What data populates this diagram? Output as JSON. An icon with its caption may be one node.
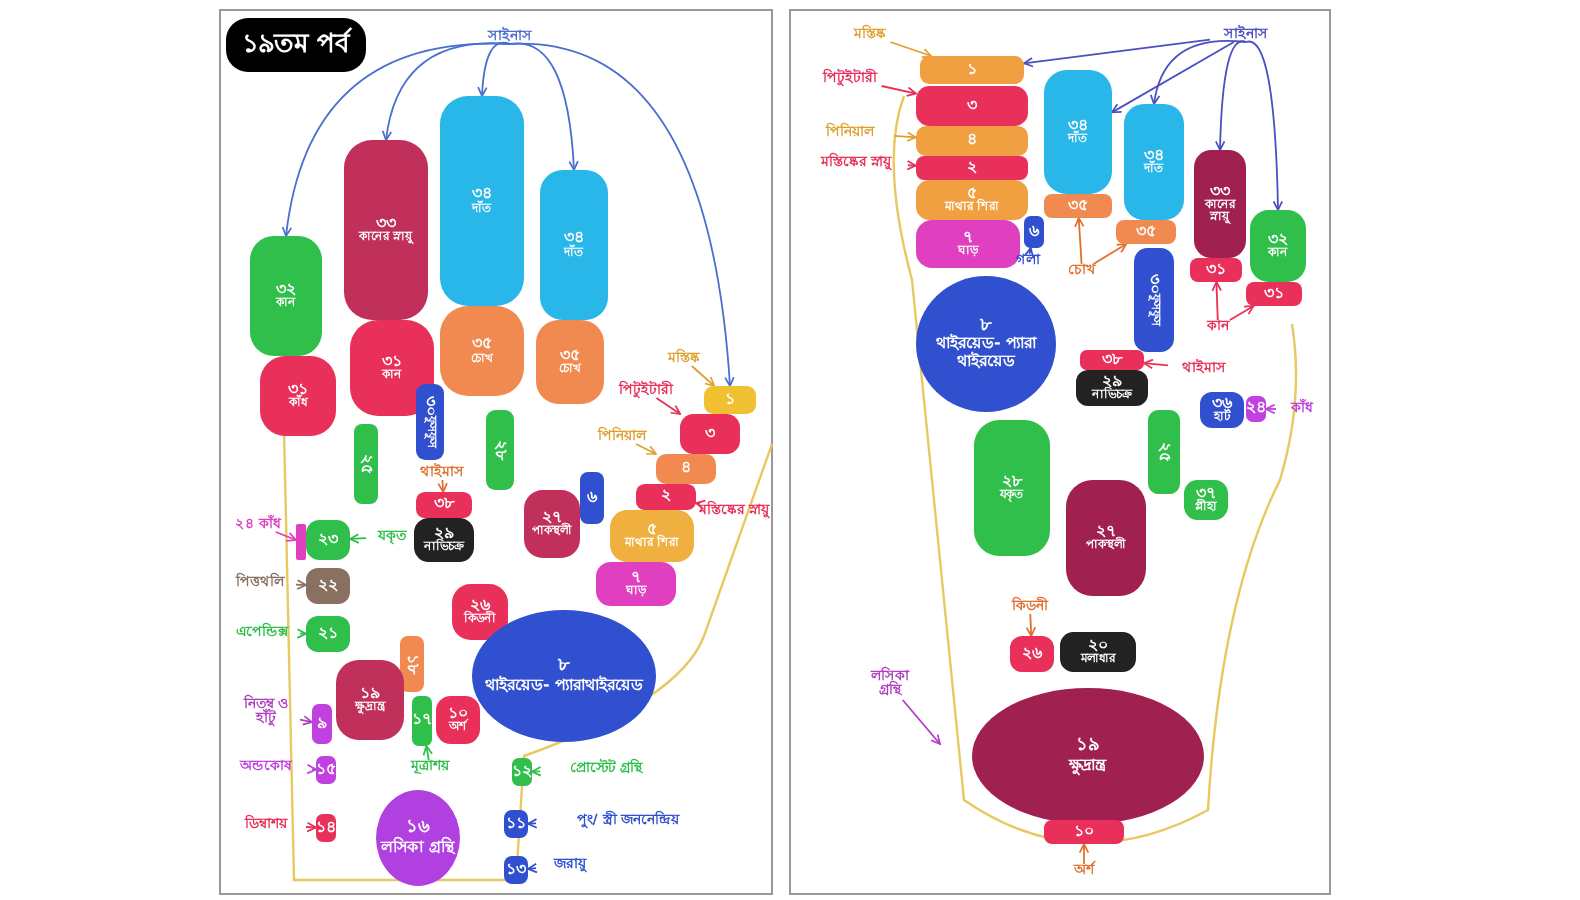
{
  "diagram": {
    "title": "১৯তম পর্ব",
    "nodes": [
      {
        "text": [
          "সাইনাস"
        ]
      },
      {
        "text": [
          "৩২",
          "কান"
        ]
      },
      {
        "text": [
          "৩১",
          "কাঁধ"
        ]
      },
      {
        "text": [
          "৩৩",
          "কানের স্নায়ু"
        ]
      },
      {
        "text": [
          "৩১",
          "কান"
        ]
      },
      {
        "text": [
          "৩৪",
          "দাঁত"
        ]
      },
      {
        "text": [
          "৩৫",
          "চোখ"
        ]
      },
      {
        "text": [
          "৩৪",
          "দাঁত"
        ]
      },
      {
        "text": [
          "৩৫",
          "চোখ"
        ]
      },
      {
        "text": [
          "২৫"
        ]
      },
      {
        "text": [
          "৩০",
          "ফুসফুস"
        ]
      },
      {
        "text": [
          "২৮"
        ]
      },
      {
        "text": [
          "মস্তিষ্ক"
        ]
      },
      {
        "text": [
          "১"
        ]
      },
      {
        "text": [
          "পিটুইটারী"
        ]
      },
      {
        "text": [
          "৩"
        ]
      },
      {
        "text": [
          "পিনিয়াল"
        ]
      },
      {
        "text": [
          "৪"
        ]
      },
      {
        "text": [
          "২"
        ]
      },
      {
        "text": [
          "মস্তিষ্কের স্নায়ু"
        ]
      },
      {
        "text": [
          "৫",
          "মাথার শিরা"
        ]
      },
      {
        "text": [
          "৭",
          "ঘাড়"
        ]
      },
      {
        "text": [
          "৬"
        ]
      },
      {
        "text": [
          "২৭",
          "পাকস্থলী"
        ]
      },
      {
        "text": [
          "থাইমাস"
        ]
      },
      {
        "text": [
          "৩৮"
        ]
      },
      {
        "text": [
          "২৯",
          "নাভিচক্র"
        ]
      },
      {
        "text": [
          "২৪ কাঁধ"
        ]
      },
      {
        "text": [],
        "shape": "box"
      },
      {
        "text": [
          "২৩"
        ]
      },
      {
        "text": [
          "যকৃত"
        ]
      },
      {
        "text": [
          "পিত্তথলি"
        ]
      },
      {
        "text": [
          "২২"
        ]
      },
      {
        "text": [
          "এপেন্ডিক্স"
        ]
      },
      {
        "text": [
          "২১"
        ]
      },
      {
        "text": [
          "২৬",
          "কিডনী"
        ]
      },
      {
        "text": [
          "৮",
          "থাইরয়েড- প্যারাথাইরয়েড"
        ]
      },
      {
        "text": [
          "১৮"
        ]
      },
      {
        "text": [
          "১৯",
          "ক্ষুদ্রান্ত্র"
        ]
      },
      {
        "text": [
          "১৭"
        ]
      },
      {
        "text": [
          "১০",
          "অর্শ"
        ]
      },
      {
        "text": [
          "নিতম্ব ও হাঁটু"
        ]
      },
      {
        "text": [
          "৯"
        ]
      },
      {
        "text": [
          "মূত্রাশয়"
        ]
      },
      {
        "text": [
          "অন্ডকোষ"
        ]
      },
      {
        "text": [
          "১৫"
        ]
      },
      {
        "text": [
          "প্রোস্টেট গ্রন্থি"
        ]
      },
      {
        "text": [
          "১২"
        ]
      },
      {
        "text": [
          "১৬",
          "লসিকা গ্রন্থি"
        ]
      },
      {
        "text": [
          "ডিম্বাশয়"
        ]
      },
      {
        "text": [
          "১৪"
        ]
      },
      {
        "text": [
          "পুং/ স্ত্রী জননেন্দ্রিয়"
        ]
      },
      {
        "text": [
          "১১"
        ]
      },
      {
        "text": [
          "জরায়ু"
        ]
      },
      {
        "text": [
          "১৩"
        ]
      },
      {
        "text": [
          "মস্তিষ্ক"
        ]
      },
      {
        "text": [
          "সাইনাস"
        ]
      },
      {
        "text": [
          "১"
        ]
      },
      {
        "text": [
          "পিটুইটারী"
        ]
      },
      {
        "text": [
          "৩"
        ]
      },
      {
        "text": [
          "পিনিয়াল"
        ]
      },
      {
        "text": [
          "৪"
        ]
      },
      {
        "text": [
          "মস্তিষ্কের স্নায়ু"
        ]
      },
      {
        "text": [
          "২"
        ]
      },
      {
        "text": [
          "৫",
          "মাথার শিরা"
        ]
      },
      {
        "text": [
          "৭",
          "ঘাড়"
        ]
      },
      {
        "text": [
          "৬"
        ]
      },
      {
        "text": [
          "গলা"
        ]
      },
      {
        "text": [
          "৩৪",
          "দাঁত"
        ]
      },
      {
        "text": [
          "৩৫"
        ]
      },
      {
        "text": [
          "৩৪",
          "দাঁত"
        ]
      },
      {
        "text": [
          "৩৫"
        ]
      },
      {
        "text": [
          "৩৩",
          "কানের স্নায়ু"
        ]
      },
      {
        "text": [
          "৩১"
        ]
      },
      {
        "text": [
          "৩২",
          "কান"
        ]
      },
      {
        "text": [
          "৩১"
        ]
      },
      {
        "text": [
          "চোখ"
        ]
      },
      {
        "text": [
          "৩০",
          "ফুসফুস"
        ]
      },
      {
        "text": [
          "কান"
        ]
      },
      {
        "text": [
          "৮",
          "থাইরয়েড- প্যারা থাইরয়েড"
        ]
      },
      {
        "text": [
          "৩৮"
        ]
      },
      {
        "text": [
          "থাইমাস"
        ]
      },
      {
        "text": [
          "২৯",
          "নাভিচক্র"
        ]
      },
      {
        "text": [
          "৩৬",
          "হার্ট"
        ]
      },
      {
        "text": [
          "২৪"
        ]
      },
      {
        "text": [
          "কাঁধ"
        ]
      },
      {
        "text": [
          "২৮",
          "যকৃত"
        ]
      },
      {
        "text": [
          "২৫"
        ]
      },
      {
        "text": [
          "২৭",
          "পাকস্থলী"
        ]
      },
      {
        "text": [
          "৩৭",
          "প্লীহা"
        ]
      },
      {
        "text": [
          "কিডনী"
        ]
      },
      {
        "text": [
          "২৬"
        ]
      },
      {
        "text": [
          "২০",
          "মলাধার"
        ]
      },
      {
        "text": [
          "লসিকা গ্রন্থি"
        ]
      },
      {
        "text": [
          "১৯",
          "ক্ষুদ্রান্ত্র"
        ]
      },
      {
        "text": [
          "১০"
        ]
      },
      {
        "text": [
          "অর্শ"
        ]
      }
    ],
    "edges": [
      {
        "from": 0,
        "to": 1,
        "arrow": "to",
        "color": "#4a6fd0"
      },
      {
        "from": 0,
        "to": 3,
        "arrow": "to",
        "color": "#4a6fd0"
      },
      {
        "from": 0,
        "to": 5,
        "arrow": "to",
        "color": "#4a6fd0"
      },
      {
        "from": 0,
        "to": 7,
        "arrow": "to",
        "color": "#4a6fd0"
      },
      {
        "from": 0,
        "to": 13,
        "arrow": "to",
        "color": "#4a6fd0"
      },
      {
        "from": 12,
        "to": 13,
        "arrow": "to",
        "color": "#e0a030"
      },
      {
        "from": 14,
        "to": 15,
        "arrow": "to",
        "color": "#e8305a"
      },
      {
        "from": 16,
        "to": 17,
        "arrow": "to",
        "color": "#e0a030"
      },
      {
        "from": 19,
        "to": 18,
        "arrow": "to",
        "color": "#e8305a"
      },
      {
        "from": 24,
        "to": 25,
        "arrow": "to",
        "color": "#e07030"
      },
      {
        "from": 27,
        "to": 28,
        "arrow": "to",
        "color": "#e040c0"
      },
      {
        "from": 30,
        "to": 29,
        "arrow": "to",
        "color": "#2fbf4a"
      },
      {
        "from": 31,
        "to": 32,
        "arrow": "to",
        "color": "#8a7060"
      },
      {
        "from": 33,
        "to": 34,
        "arrow": "to",
        "color": "#2fbf4a"
      },
      {
        "from": 41,
        "to": 42,
        "arrow": "to",
        "color": "#b040c0"
      },
      {
        "from": 43,
        "to": 39,
        "arrow": "to",
        "color": "#2fbf4a"
      },
      {
        "from": 44,
        "to": 45,
        "arrow": "to",
        "color": "#c040e0"
      },
      {
        "from": 46,
        "to": 47,
        "arrow": "to",
        "color": "#2fbf4a"
      },
      {
        "from": 49,
        "to": 50,
        "arrow": "to",
        "color": "#e8305a"
      },
      {
        "from": 51,
        "to": 52,
        "arrow": "to",
        "color": "#3050d0"
      },
      {
        "from": 53,
        "to": 54,
        "arrow": "to",
        "color": "#3050d0"
      },
      {
        "from": 55,
        "to": 57,
        "arrow": "to",
        "color": "#e0a030"
      },
      {
        "from": 56,
        "to": 57,
        "arrow": "to",
        "color": "#4a50c0"
      },
      {
        "from": 56,
        "to": 68,
        "arrow": "to",
        "color": "#4a50c0"
      },
      {
        "from": 56,
        "to": 70,
        "arrow": "to",
        "color": "#4a50c0"
      },
      {
        "from": 56,
        "to": 72,
        "arrow": "to",
        "color": "#4a50c0"
      },
      {
        "from": 56,
        "to": 74,
        "arrow": "to",
        "color": "#4a50c0"
      },
      {
        "from": 58,
        "to": 59,
        "arrow": "to",
        "color": "#e8305a"
      },
      {
        "from": 60,
        "to": 61,
        "arrow": "to",
        "color": "#e0a030"
      },
      {
        "from": 62,
        "to": 63,
        "arrow": "to",
        "color": "#e8305a"
      },
      {
        "from": 67,
        "to": 66,
        "arrow": "to",
        "color": "#3050d0"
      },
      {
        "from": 76,
        "to": 69,
        "arrow": "to",
        "color": "#e07030"
      },
      {
        "from": 76,
        "to": 71,
        "arrow": "to",
        "color": "#e07030"
      },
      {
        "from": 78,
        "to": 73,
        "arrow": "to",
        "color": "#e8305a"
      },
      {
        "from": 78,
        "to": 75,
        "arrow": "to",
        "color": "#e8305a"
      },
      {
        "from": 81,
        "to": 80,
        "arrow": "to",
        "color": "#e8305a"
      },
      {
        "from": 85,
        "to": 84,
        "arrow": "to",
        "color": "#c040e0"
      },
      {
        "from": 90,
        "to": 91,
        "arrow": "to",
        "color": "#e07030"
      },
      {
        "from": 93,
        "to": null,
        "arrow": "to",
        "color": "#b040c0"
      },
      {
        "from": 96,
        "to": 95,
        "arrow": "to",
        "color": "#e07030"
      }
    ]
  }
}
